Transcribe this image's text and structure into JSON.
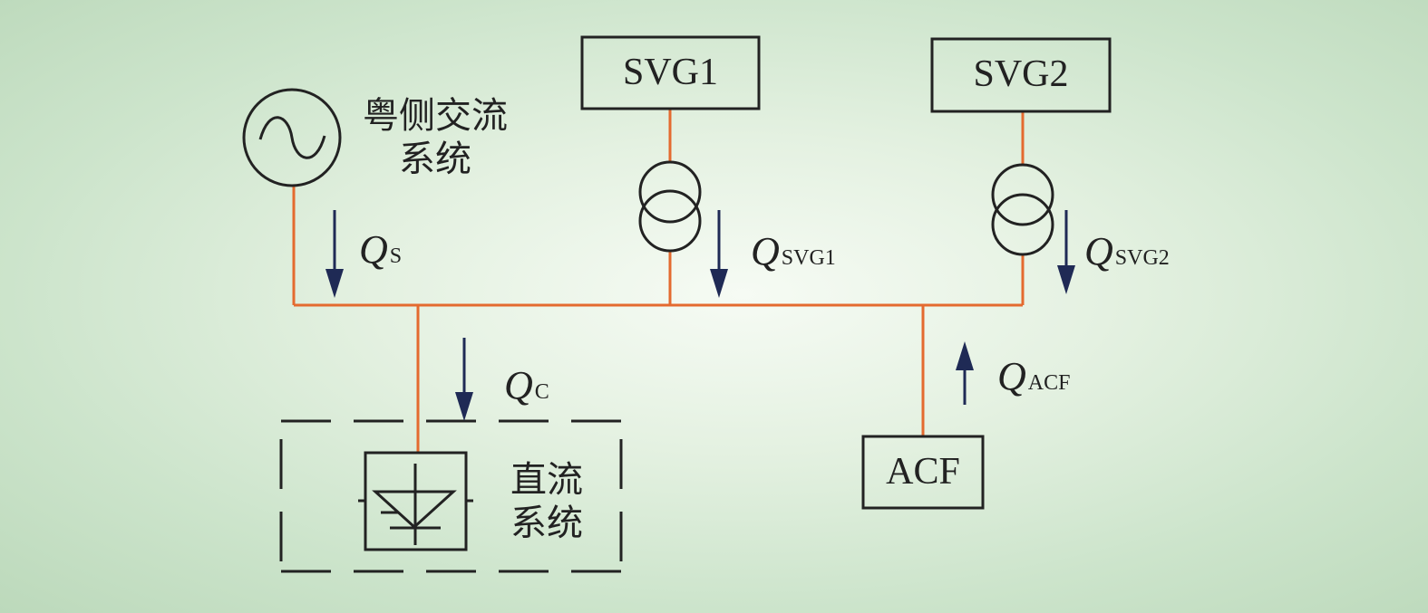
{
  "labels": {
    "svg1": "SVG1",
    "svg2": "SVG2",
    "acf": "ACF",
    "ac_system_line1": "粤侧交流",
    "ac_system_line2": "系统",
    "dc_system_line1": "直流",
    "dc_system_line2": "系统"
  },
  "flows": {
    "qs": {
      "symbol": "Q",
      "sub": "S"
    },
    "qsvg1": {
      "symbol": "Q",
      "sub": "SVG1"
    },
    "qsvg2": {
      "symbol": "Q",
      "sub": "SVG2"
    },
    "qc": {
      "symbol": "Q",
      "sub": "C"
    },
    "qacf": {
      "symbol": "Q",
      "sub": "ACF"
    }
  },
  "colors": {
    "line": "#e46a2f",
    "arrow": "#1f2a55",
    "stroke": "#222222"
  },
  "icons": [
    "ac-source-icon",
    "transformer-icon",
    "converter-icon"
  ]
}
